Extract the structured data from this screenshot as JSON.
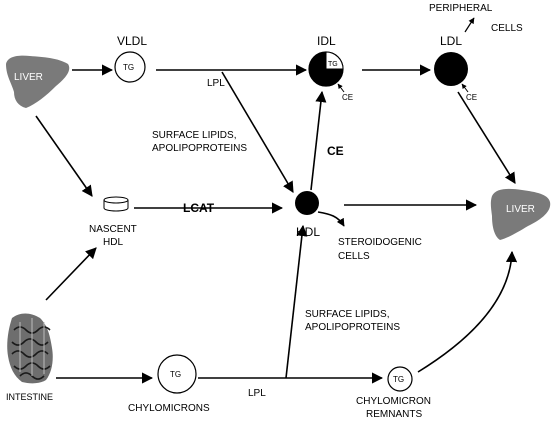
{
  "nodes": {
    "liver_left": "LIVER",
    "liver_right": "LIVER",
    "intestine": "INTESTINE",
    "vldl": "VLDL",
    "vldl_tg": "TG",
    "idl": "IDL",
    "idl_tg": "TG",
    "idl_ce": "CE",
    "ldl": "LDL",
    "ldl_ce": "CE",
    "peripheral": [
      "PERIPHERAL",
      "CELLS"
    ],
    "nascent_hdl": [
      "NASCENT",
      "HDL"
    ],
    "hdl": "HDL",
    "steroidogenic": [
      "STEROIDOGENIC",
      "CELLS"
    ],
    "chylomicrons": "CHYLOMICRONS",
    "chylo_tg": "TG",
    "chylo_remnants": [
      "CHYLOMICRON",
      "REMNANTS"
    ],
    "remnant_tg": "TG"
  },
  "labels": {
    "lpl_top": "LPL",
    "lpl_bottom": "LPL",
    "surface_top": [
      "SURFACE LIPIDS,",
      "APOLIPOPROTEINS"
    ],
    "surface_bottom": [
      "SURFACE LIPIDS,",
      "APOLIPOPROTEINS"
    ],
    "ce_hdl": "CE",
    "lcat": "LCAT"
  },
  "colors": {
    "organ": "#7a7a7a",
    "particle_fill": "#000000",
    "outline": "#000000"
  }
}
